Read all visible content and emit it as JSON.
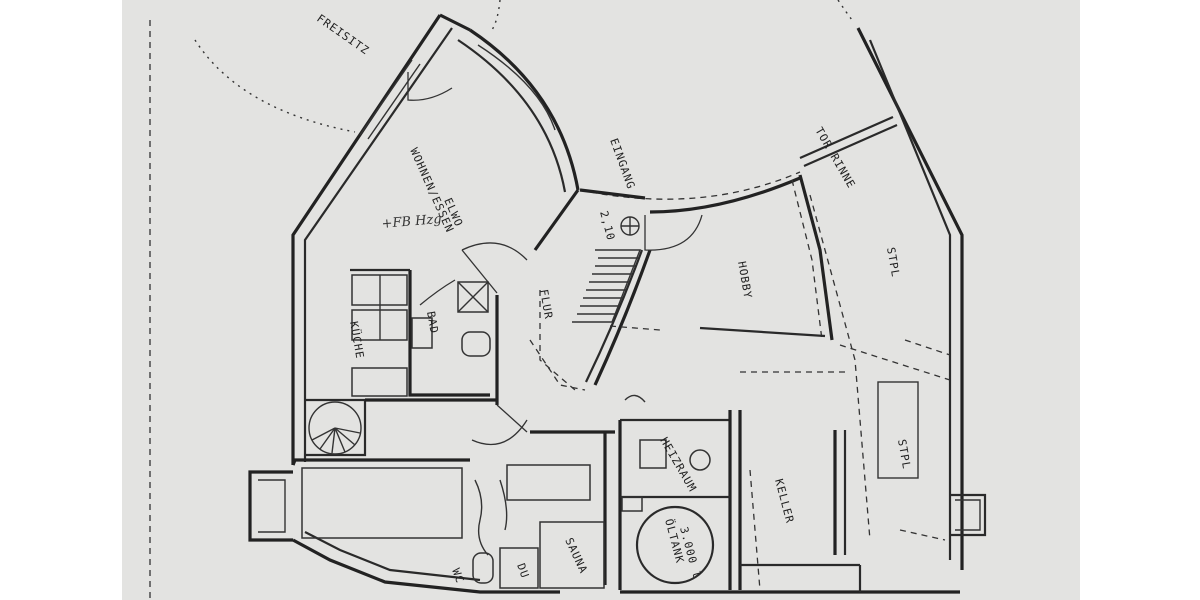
{
  "labels": {
    "freisitz": "FREISITZ",
    "eingang": "EINGANG",
    "torrinne": "TOR RINNE",
    "elwo": "ELWO",
    "wohnen": "WOHNEN/ESSEN",
    "hobby": "HOBBY",
    "flur": "FLUR",
    "bad": "BAD",
    "kueche": "KÜCHE",
    "stpl_top": "STPL",
    "stpl_bottom": "STPL",
    "heizraum": "HEIZRAUM",
    "keller": "KELLER",
    "sauna": "SAUNA",
    "du": "DU",
    "wc": "WC",
    "oeltank": "ÖLTANK",
    "oeltank_volume": "3.000 l",
    "handwritten_fb": "+FB Hzg",
    "door_height": "2,10"
  }
}
